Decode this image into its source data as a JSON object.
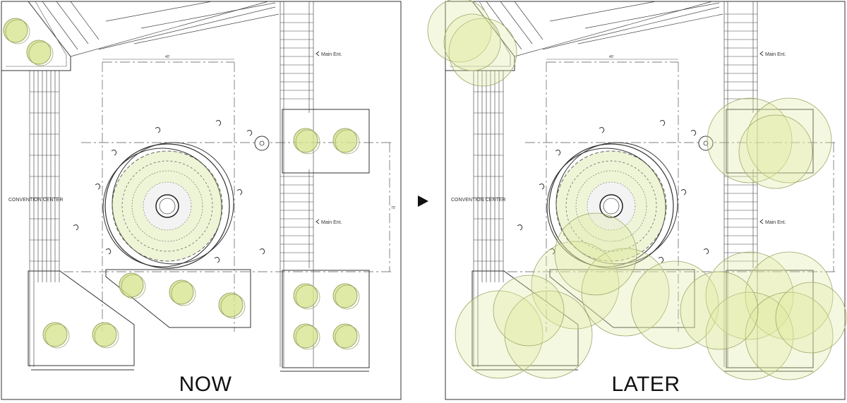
{
  "panels": {
    "now": {
      "title": "NOW"
    },
    "later": {
      "title": "LATER"
    }
  },
  "labels": {
    "convention_center": "CONVENTION CENTER",
    "main_ent": "Main Ent.",
    "dim_top": "40'",
    "dim_right": "75'"
  },
  "icons": {
    "transition_arrow": "play-triangle-icon"
  },
  "colors": {
    "line": "#333333",
    "tree_fill": "#d6e58f",
    "tree_stroke": "#9aa86a",
    "canopy_fill": "#dfeaa0",
    "sculpture_fill": "#cfe08a"
  }
}
